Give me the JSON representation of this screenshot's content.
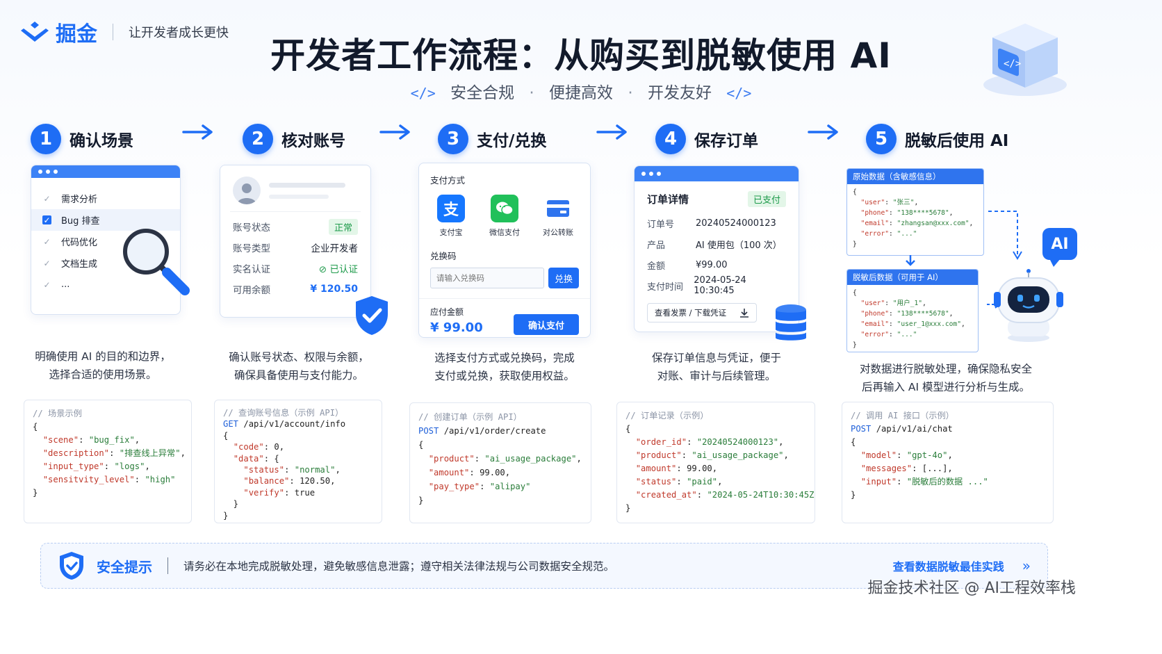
{
  "header": {
    "brand": "掘金",
    "slogan": "让开发者成长更快",
    "title": "开发者工作流程：从购买到脱敏使用 AI",
    "subtitle_code_left": "</>",
    "subtitle_items": [
      "安全合规",
      "便捷高效",
      "开发友好"
    ],
    "subtitle_dot": "·",
    "subtitle_code_right": "</>"
  },
  "steps": [
    {
      "num": "1",
      "title": "确认场景"
    },
    {
      "num": "2",
      "title": "核对账号"
    },
    {
      "num": "3",
      "title": "支付/兑换"
    },
    {
      "num": "4",
      "title": "保存订单"
    },
    {
      "num": "5",
      "title": "脱敏后使用 AI"
    }
  ],
  "scene": {
    "items": [
      "需求分析",
      "Bug 排查",
      "代码优化",
      "文档生成",
      "..."
    ],
    "desc1": "明确使用 AI 的目的和边界，",
    "desc2": "选择合适的使用场景。"
  },
  "account": {
    "rows": [
      {
        "label": "账号状态",
        "value": "正常"
      },
      {
        "label": "账号类型",
        "value": "企业开发者"
      },
      {
        "label": "实名认证",
        "value": "已认证"
      },
      {
        "label": "可用余额",
        "value": "¥ 120.50"
      }
    ],
    "desc1": "确认账号状态、权限与余额，",
    "desc2": "确保具备使用与支付能力。"
  },
  "payment": {
    "method_label": "支付方式",
    "methods": [
      "支付宝",
      "微信支付",
      "对公转账"
    ],
    "code_label": "兑换码",
    "code_placeholder": "请输入兑换码",
    "redeem_btn": "兑换",
    "amount_label": "应付金额",
    "amount": "¥ 99.00",
    "confirm_btn": "确认支付",
    "desc1": "选择支付方式或兑换码，完成",
    "desc2": "支付或兑换，获取使用权益。"
  },
  "order": {
    "title": "订单详情",
    "status": "已支付",
    "rows": [
      {
        "label": "订单号",
        "value": "20240524000123"
      },
      {
        "label": "产品",
        "value": "AI 使用包（100 次）"
      },
      {
        "label": "金额",
        "value": "¥99.00"
      },
      {
        "label": "支付时间",
        "value": "2024-05-24 10:30:45"
      }
    ],
    "invoice_btn": "查看发票 / 下载凭证",
    "desc1": "保存订单信息与凭证，便于",
    "desc2": "对账、审计与后续管理。"
  },
  "desens": {
    "raw_title": "原始数据（含敏感信息）",
    "clean_title": "脱敏后数据（可用于 AI）",
    "ai_badge": "AI",
    "desc1": "对数据进行脱敏处理，确保隐私安全",
    "desc2": "后再输入 AI 模型进行分析与生成。"
  },
  "code": {
    "c1_comment": "// 场景示例",
    "c2_comment": "// 查询账号信息（示例 API）",
    "c2_req": "/api/v1/account/info",
    "c3_comment": "// 创建订单（示例 API）",
    "c3_req": "/api/v1/order/create",
    "c4_comment": "// 订单记录（示例）",
    "c5_comment": "// 调用 AI 接口（示例）",
    "c5_req": "/api/v1/ai/chat"
  },
  "tip": {
    "title": "安全提示",
    "text": "请务必在本地完成脱敏处理，避免敏感信息泄露；遵守相关法律法规与公司数据安全规范。",
    "link": "查看数据脱敏最佳实践",
    "link_arrow": "»"
  },
  "watermark": "掘金技术社区 @ AI工程效率栈"
}
